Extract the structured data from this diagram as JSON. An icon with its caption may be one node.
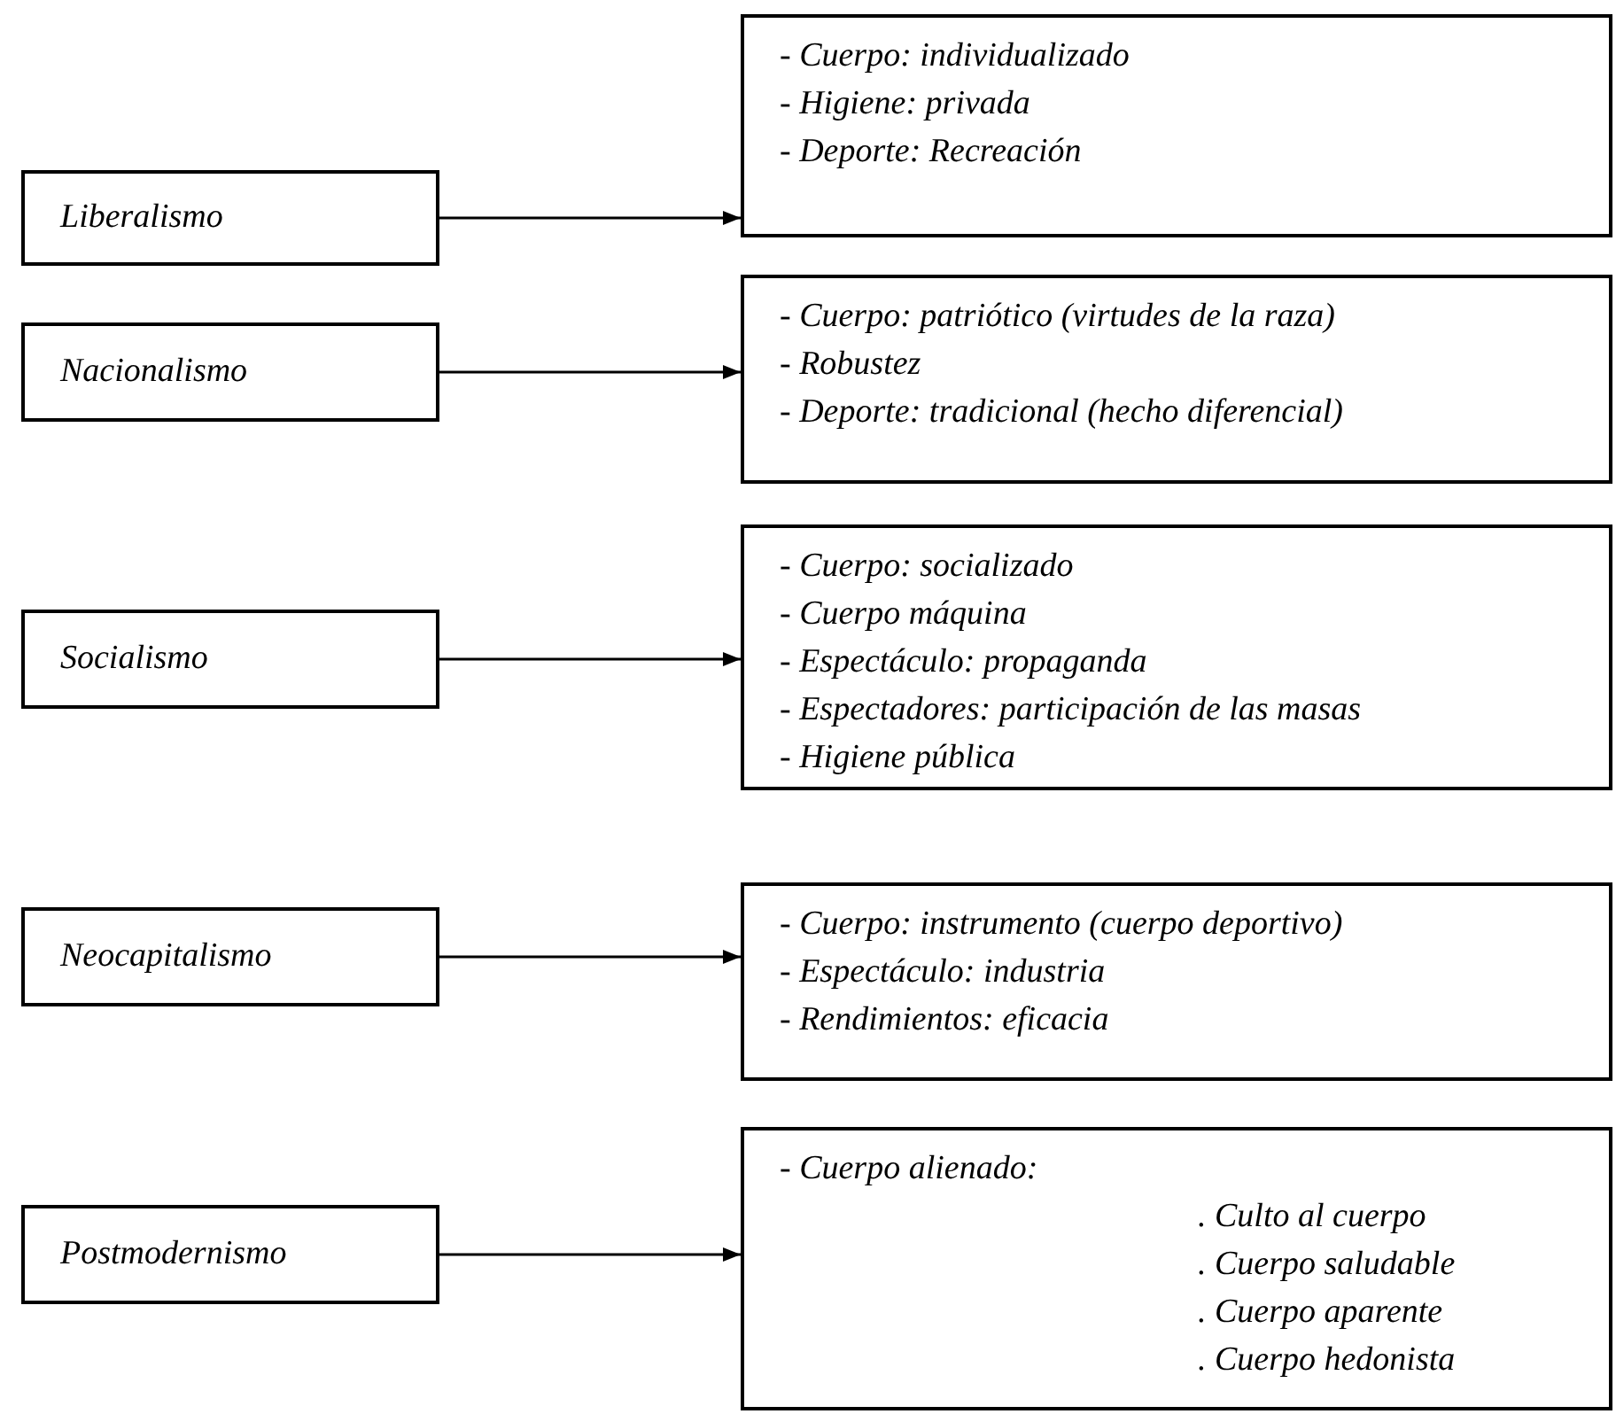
{
  "diagram": {
    "nodes": [
      {
        "text": [
          "Liberalismo"
        ]
      },
      {
        "text": [
          "- Cuerpo: individualizado",
          "- Higiene: privada",
          "- Deporte: Recreación"
        ]
      },
      {
        "text": [
          "Nacionalismo"
        ]
      },
      {
        "text": [
          "- Cuerpo: patriótico (virtudes de la raza)",
          "- Robustez",
          "- Deporte: tradicional (hecho diferencial)"
        ]
      },
      {
        "text": [
          "Socialismo"
        ]
      },
      {
        "text": [
          "- Cuerpo: socializado",
          "- Cuerpo máquina",
          "- Espectáculo: propaganda",
          "- Espectadores: participación de las masas",
          "- Higiene pública"
        ]
      },
      {
        "text": [
          "Neocapitalismo"
        ]
      },
      {
        "text": [
          "- Cuerpo: instrumento (cuerpo deportivo)",
          "- Espectáculo: industria",
          "- Rendimientos: eficacia"
        ]
      },
      {
        "text": [
          "Postmodernismo"
        ]
      },
      {
        "text": [
          "- Cuerpo alienado:",
          ". Culto al cuerpo",
          ". Cuerpo saludable",
          ". Cuerpo aparente",
          ". Cuerpo hedonista"
        ]
      }
    ],
    "edges": [
      {
        "from": 0,
        "to": 1,
        "arrow": "to"
      },
      {
        "from": 2,
        "to": 3,
        "arrow": "to"
      },
      {
        "from": 4,
        "to": 5,
        "arrow": "to"
      },
      {
        "from": 6,
        "to": 7,
        "arrow": "to"
      },
      {
        "from": 8,
        "to": 9,
        "arrow": "to"
      }
    ]
  }
}
